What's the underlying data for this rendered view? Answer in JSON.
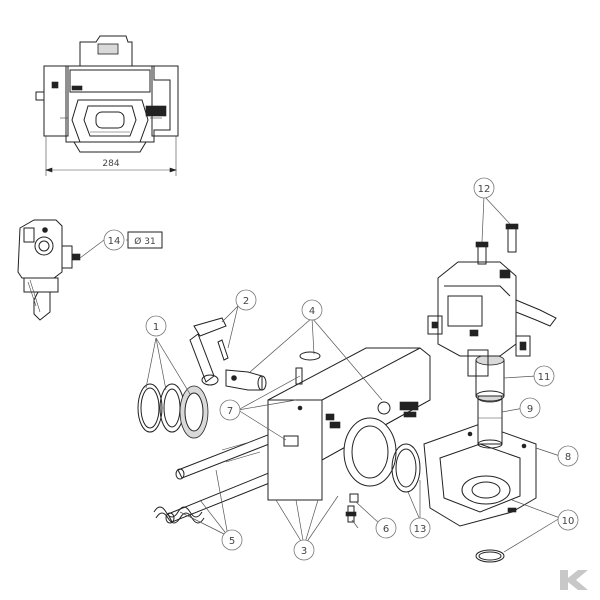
{
  "dimension_label": "284",
  "detail_label": "Ø 31",
  "callouts": [
    {
      "id": "c1",
      "number": "1"
    },
    {
      "id": "c2",
      "number": "2"
    },
    {
      "id": "c3",
      "number": "3"
    },
    {
      "id": "c4",
      "number": "4"
    },
    {
      "id": "c5",
      "number": "5"
    },
    {
      "id": "c6",
      "number": "6"
    },
    {
      "id": "c7",
      "number": "7"
    },
    {
      "id": "c8",
      "number": "8"
    },
    {
      "id": "c9",
      "number": "9"
    },
    {
      "id": "c10",
      "number": "10"
    },
    {
      "id": "c11",
      "number": "11"
    },
    {
      "id": "c12",
      "number": "12"
    },
    {
      "id": "c13",
      "number": "13"
    },
    {
      "id": "c14",
      "number": "14"
    }
  ],
  "colors": {
    "line": "#222222",
    "callout": "#777777",
    "logo": "#c8c8c8"
  },
  "logo": {
    "name": "brand-k-logo"
  }
}
